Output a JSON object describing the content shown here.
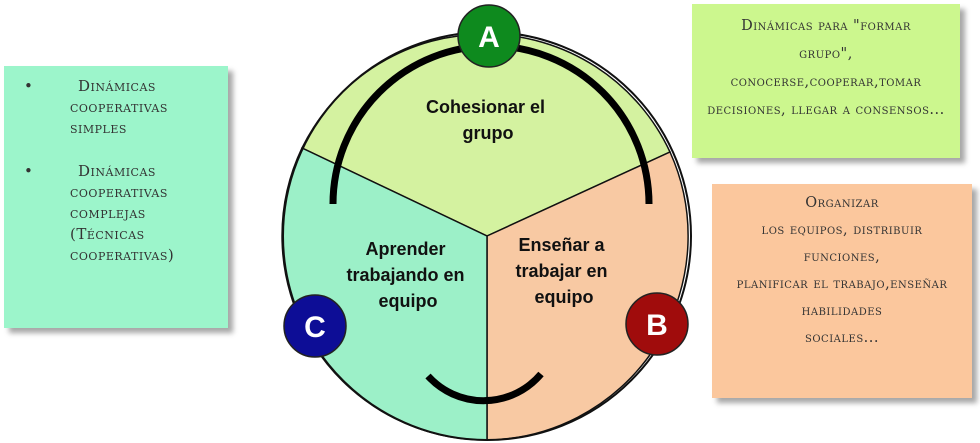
{
  "colors": {
    "sector_a": "#d4f2a0",
    "sector_b": "#f8c9a3",
    "sector_c": "#9cf0c8",
    "badge_a": "#0e8a1e",
    "badge_b": "#a00c0c",
    "badge_c": "#0d0d96",
    "note_left": "#9cf5cb",
    "note_right_top": "#ccf78e",
    "note_right_bottom": "#fbc79d"
  },
  "diagram": {
    "sector_a": {
      "badge": "A",
      "label_lines": [
        "Cohesionar el",
        "grupo"
      ]
    },
    "sector_b": {
      "badge": "B",
      "label_lines": [
        "Enseñar a",
        "trabajar en",
        "equipo"
      ]
    },
    "sector_c": {
      "badge": "C",
      "label_lines": [
        "Aprender",
        "trabajando en",
        "equipo"
      ]
    }
  },
  "notes": {
    "left": {
      "bullet": "•",
      "items": [
        "Dinámicas cooperativas simples",
        "Dinámicas cooperativas complejas (Técnicas cooperativas)"
      ]
    },
    "right_top": {
      "lines": [
        "Dinámicas para \"formar",
        "grupo\",",
        "conocerse,cooperar,tomar",
        "decisiones, llegar a consensos..."
      ]
    },
    "right_bottom": {
      "lines": [
        "Organizar",
        "los equipos, distribuir",
        "funciones,",
        "planificar el trabajo,enseñar",
        "habilidades",
        "sociales..."
      ]
    }
  }
}
